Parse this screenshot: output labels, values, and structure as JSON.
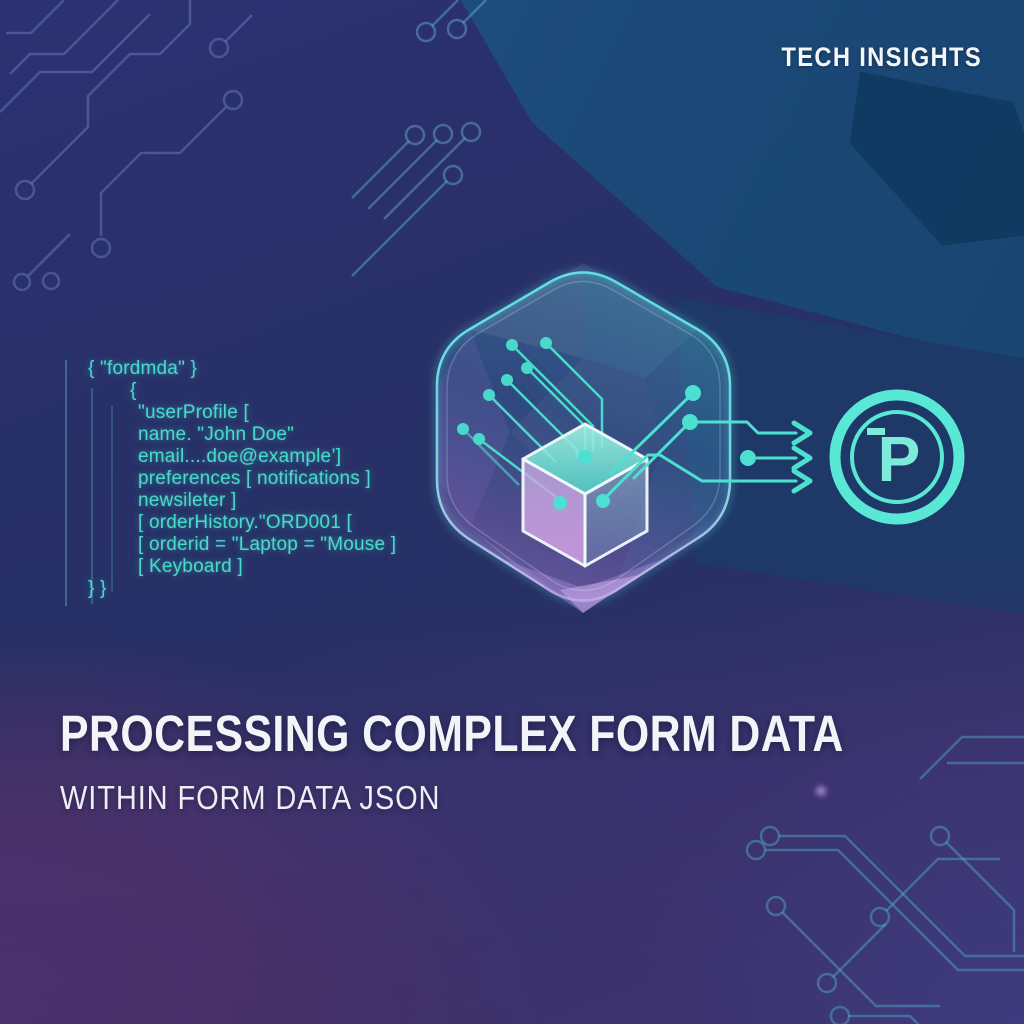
{
  "brand": {
    "label": "TECH INSIGHTS"
  },
  "code": {
    "lines": [
      {
        "text": "{ \"fordmda\" }",
        "indent": 0
      },
      {
        "text": "{",
        "indent": 1
      },
      {
        "text": "\"userProfile [",
        "indent": 2
      },
      {
        "text": "name. \"John Doe\"",
        "indent": 2
      },
      {
        "text": "email....doe@example’]",
        "indent": 2
      },
      {
        "text": "preferences [ notifications ]",
        "indent": 2
      },
      {
        "text": "newsileter ]",
        "indent": 2
      },
      {
        "text": "[ orderHistory.\"ORD001 [",
        "indent": 2
      },
      {
        "text": "[ orderid = \"Laptop = \"Mouse ]",
        "indent": 2
      },
      {
        "text": "[ Keyboard ]",
        "indent": 2
      },
      {
        "text": "} }",
        "indent": 0
      }
    ]
  },
  "headline": {
    "title": "PROCESSING COMPLEX FORM DATA",
    "subtitle": "WITHIN FORM DATA JSON"
  },
  "icon": {
    "letter": "P"
  },
  "graphic": {
    "arrow_count": 3
  },
  "colors": {
    "accent_teal": "#4BE0D0",
    "code_teal": "#49D9C8",
    "bg_navy": "#272F66",
    "bg_steel_blue": "#1C4A79",
    "bg_purple": "#4A2F63",
    "headline_white": "#F3F4F8"
  }
}
